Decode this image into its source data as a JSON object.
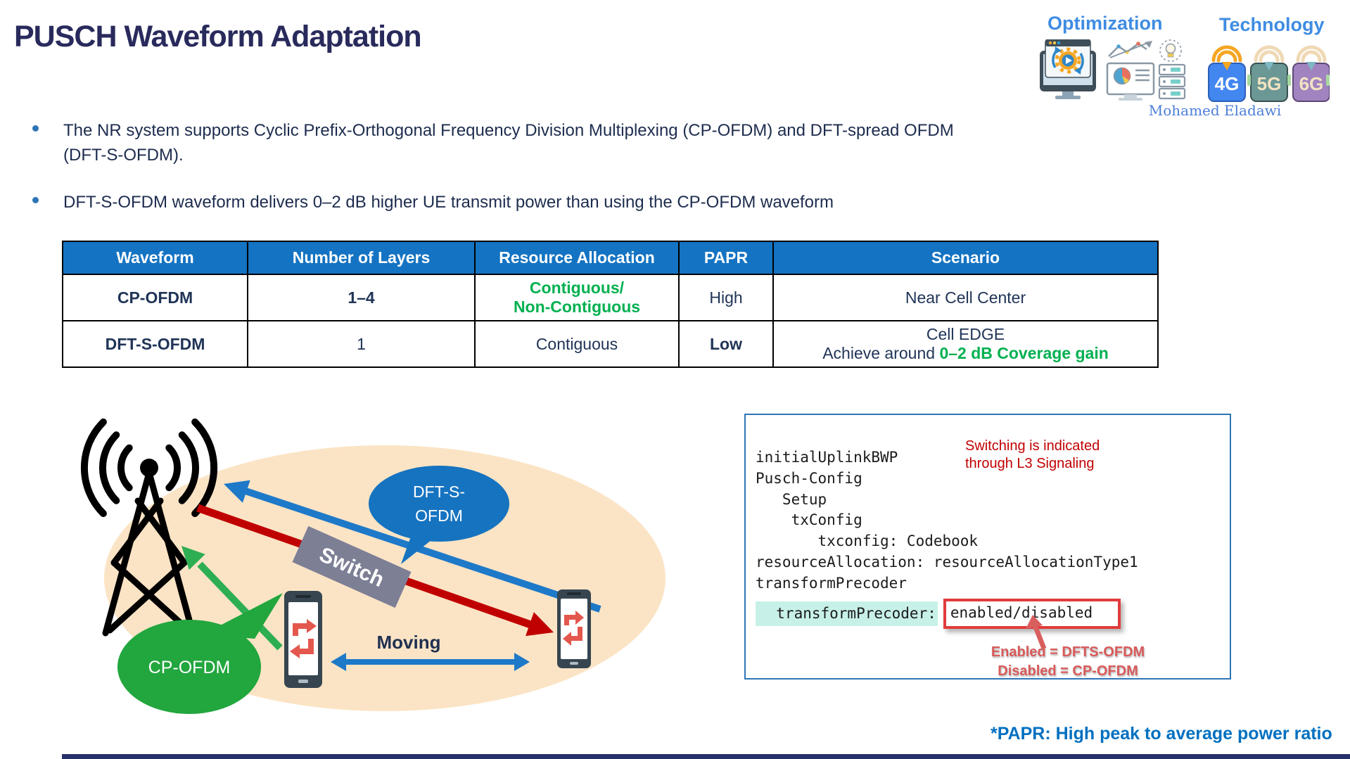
{
  "title": "PUSCH Waveform Adaptation",
  "brand": {
    "optimization_label": "Optimization",
    "technology_label": "Technology",
    "badges": [
      "4G",
      "5G",
      "6G"
    ],
    "author": "Mohamed Eladawi"
  },
  "bullets": [
    "The NR system supports Cyclic Prefix-Orthogonal Frequency Division Multiplexing (CP-OFDM) and DFT-spread OFDM (DFT-S-OFDM).",
    "DFT-S-OFDM waveform delivers 0–2 dB higher UE transmit power than using the CP-OFDM waveform"
  ],
  "table": {
    "headers": [
      "Waveform",
      "Number of Layers",
      "Resource Allocation",
      "PAPR",
      "Scenario"
    ],
    "rows": [
      {
        "waveform": "CP-OFDM",
        "layers": "1–4",
        "allocation_line1": "Contiguous/",
        "allocation_line2": "Non-Contiguous",
        "papr": "High",
        "scenario": "Near Cell Center"
      },
      {
        "waveform": "DFT-S-OFDM",
        "layers": "1",
        "allocation": "Contiguous",
        "papr": "Low",
        "scenario_line1": "Cell EDGE",
        "scenario_line2_prefix": "Achieve around ",
        "scenario_line2_highlight": "0–2 dB Coverage gain"
      }
    ]
  },
  "diagram": {
    "bubble_dfts_line1": "DFT-S-",
    "bubble_dfts_line2": "OFDM",
    "bubble_cpofdm": "CP-OFDM",
    "switch_label": "Switch",
    "moving_label": "Moving"
  },
  "code": {
    "lines": [
      "initialUplinkBWP",
      "Pusch-Config",
      "   Setup",
      "    txConfig",
      "       txconfig: Codebook",
      "resourceAllocation: resourceAllocationType1",
      "transformPrecoder"
    ],
    "transform_key": "  transformPrecoder:",
    "transform_value": "enabled/disabled",
    "note_line1": "Switching is indicated",
    "note_line2": "through L3 Signaling",
    "legend_line1": "Enabled = DFTS-OFDM",
    "legend_line2": "Disabled = CP-OFDM"
  },
  "footnote": "*PAPR: High peak to average power ratio",
  "colors": {
    "title_navy": "#292a5c",
    "body_navy": "#1d2c4e",
    "table_header_blue": "#1473c2",
    "accent_green": "#00b050",
    "accent_blue": "#1e79c8",
    "accent_red": "#c00000",
    "ellipse_peach": "#fbe4c5",
    "switch_gray": "#7d7f95",
    "footnote_blue": "#0070c0"
  }
}
